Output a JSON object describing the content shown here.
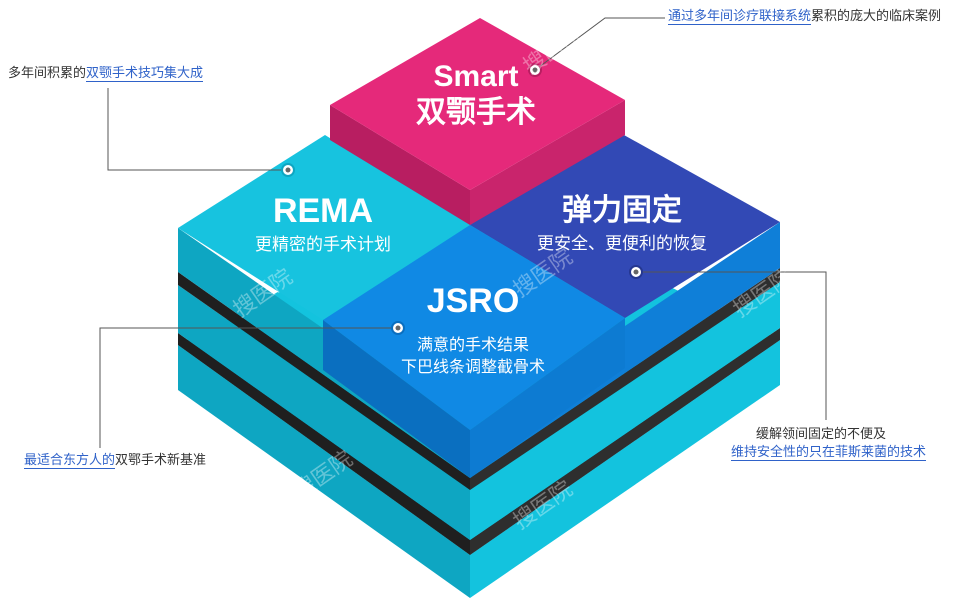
{
  "tiles": {
    "smart": {
      "title": "Smart",
      "subtitle": "双颚手术",
      "color": "#e5297a",
      "side": "#b81e61"
    },
    "rema": {
      "title": "REMA",
      "subtitle": "更精密的手术计划",
      "color": "#17c3df",
      "side": "#0fa3bf"
    },
    "elastic": {
      "title": "弹力固定",
      "subtitle": "更安全、更便利的恢复",
      "color": "#3249b5",
      "side": "#253790"
    },
    "jsro": {
      "title": "JSRO",
      "subtitle_line1": "满意的手术结果",
      "subtitle_line2": "下巴线条调整截骨术",
      "color": "#1089e4",
      "side": "#0a6fc0"
    }
  },
  "layers": {
    "cyan": "#13c3de",
    "cyan_dark": "#0ea6c2",
    "dark": "#2e2e2e",
    "dark_side": "#1f1f1f"
  },
  "annotations": {
    "top_right": {
      "highlight": "通过多年间诊疗联接系统",
      "rest": "累积的庞大的临床案例"
    },
    "top_left": {
      "plain": "多年间积累的",
      "highlight": "双颚手术技巧集大成"
    },
    "bottom_left": {
      "highlight": "最适合东方人的",
      "rest": "双鄂手术新基准"
    },
    "bottom_right": {
      "line1": "缓解领间固定的不便及",
      "line2_highlight": "维持安全性的只在菲斯莱菌的技术"
    }
  },
  "watermark": {
    "text": "搜医院"
  }
}
